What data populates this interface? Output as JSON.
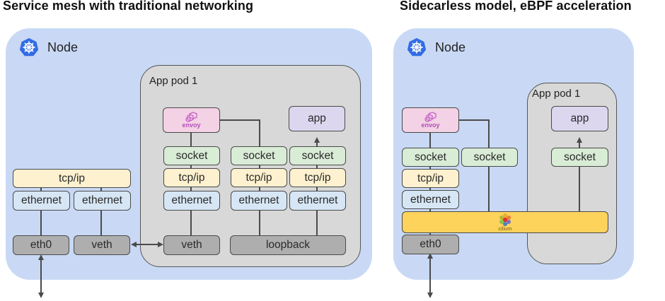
{
  "left": {
    "title": "Service mesh with traditional networking",
    "node_label": "Node",
    "pod_label": "App pod 1",
    "boxes": {
      "tcpip_node": "tcp/ip",
      "eth_node_1": "ethernet",
      "eth_node_2": "ethernet",
      "eth0": "eth0",
      "veth_node": "veth",
      "envoy_text": "envoy",
      "app": "app",
      "socket_1": "socket",
      "socket_2": "socket",
      "socket_3": "socket",
      "tcpip_1": "tcp/ip",
      "tcpip_2": "tcp/ip",
      "tcpip_3": "tcp/ip",
      "eth_1": "ethernet",
      "eth_2": "ethernet",
      "eth_3": "ethernet",
      "veth_pod": "veth",
      "loopback": "loopback"
    }
  },
  "right": {
    "title": "Sidecarless model, eBPF acceleration",
    "node_label": "Node",
    "pod_label": "App pod 1",
    "boxes": {
      "envoy_text": "envoy",
      "socket_1": "socket",
      "socket_2": "socket",
      "tcpip_1": "tcp/ip",
      "eth_1": "ethernet",
      "cilium_text": "cilium",
      "eth0": "eth0",
      "app": "app",
      "socket_pod": "socket"
    }
  },
  "colors": {
    "node_bg": "#c9d9f5",
    "pod_bg": "#d8d8d8",
    "socket": "#d9ecd6",
    "tcpip": "#fdf1cf",
    "ethernet": "#d6e6f5",
    "device": "#aeaeae",
    "app": "#ddd6ef",
    "envoy": "#f2d2e4",
    "cilium": "#fdd35c",
    "k8s_blue": "#326ce5"
  },
  "icons": {
    "node": "kubernetes-helm-icon",
    "envoy": "envoy-logo",
    "cilium": "cilium-logo"
  }
}
